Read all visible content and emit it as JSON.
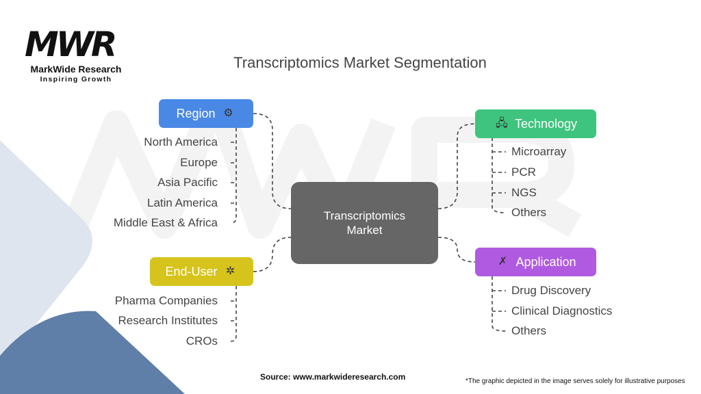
{
  "brand": {
    "logo": "MWR",
    "name": "MarkWide Research",
    "tagline": "Inspiring Growth"
  },
  "title": "Transcriptomics Market Segmentation",
  "center": "Transcriptomics Market",
  "segments": {
    "region": {
      "label": "Region",
      "icon": "location-gear-icon",
      "color": "#4a88e6",
      "items": [
        "North America",
        "Europe",
        "Asia Pacific",
        "Latin America",
        "Middle East & Africa"
      ]
    },
    "end_user": {
      "label": "End-User",
      "icon": "network-icon",
      "color": "#d6c41c",
      "items": [
        "Pharma Companies",
        "Research Institutes",
        "CROs"
      ]
    },
    "technology": {
      "label": "Technology",
      "icon": "devices-icon",
      "color": "#3ec47e",
      "items": [
        "Microarray",
        "PCR",
        "NGS",
        "Others"
      ]
    },
    "application": {
      "label": "Application",
      "icon": "chromosome-icon",
      "color": "#b05ae2",
      "items": [
        "Drug Discovery",
        "Clinical Diagnostics",
        "Others"
      ]
    }
  },
  "footer": {
    "source": "Source: www.markwideresearch.com",
    "disclaimer": "*The graphic depicted in the image serves solely for illustrative purposes"
  }
}
